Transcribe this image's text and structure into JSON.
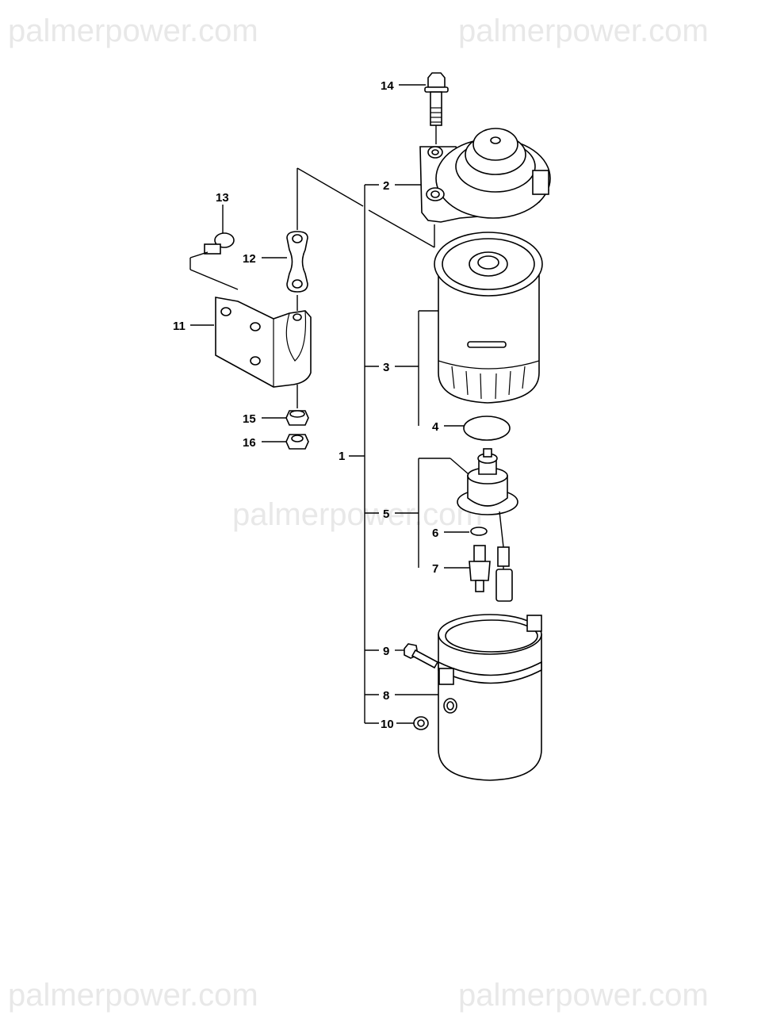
{
  "watermark": "palmerpower.com",
  "callouts": {
    "c1": "1",
    "c2": "2",
    "c3": "3",
    "c4": "4",
    "c5": "5",
    "c6": "6",
    "c7": "7",
    "c8": "8",
    "c9": "9",
    "c10": "10",
    "c11": "11",
    "c12": "12",
    "c13": "13",
    "c14": "14",
    "c15": "15",
    "c16": "16"
  }
}
